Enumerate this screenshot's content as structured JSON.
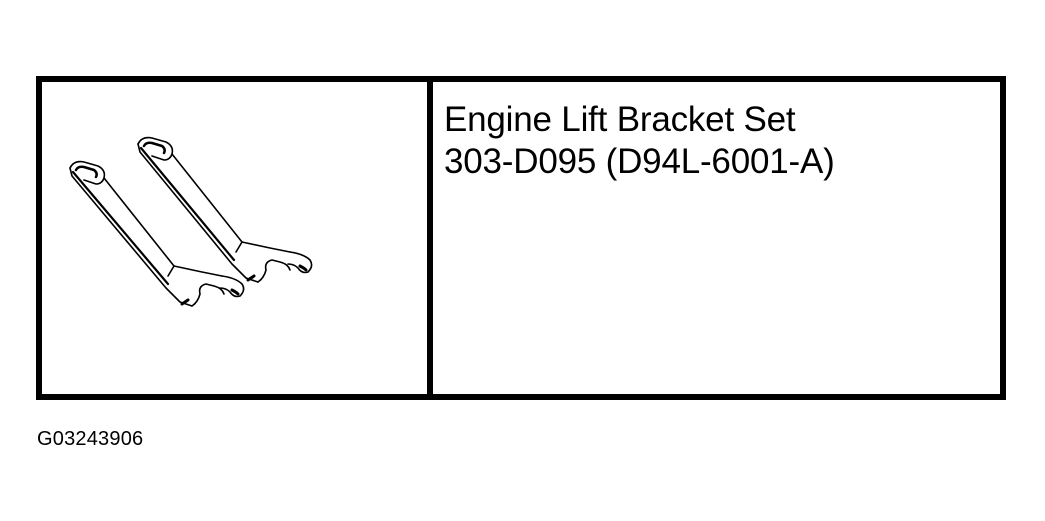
{
  "tool": {
    "name": "Engine Lift Bracket Set",
    "number": "303-D095 (D94L-6001-A)",
    "illustration": "engine-lift-bracket-pair"
  },
  "figure": {
    "id": "G03243906"
  },
  "colors": {
    "line": "#000000",
    "background": "#ffffff"
  }
}
